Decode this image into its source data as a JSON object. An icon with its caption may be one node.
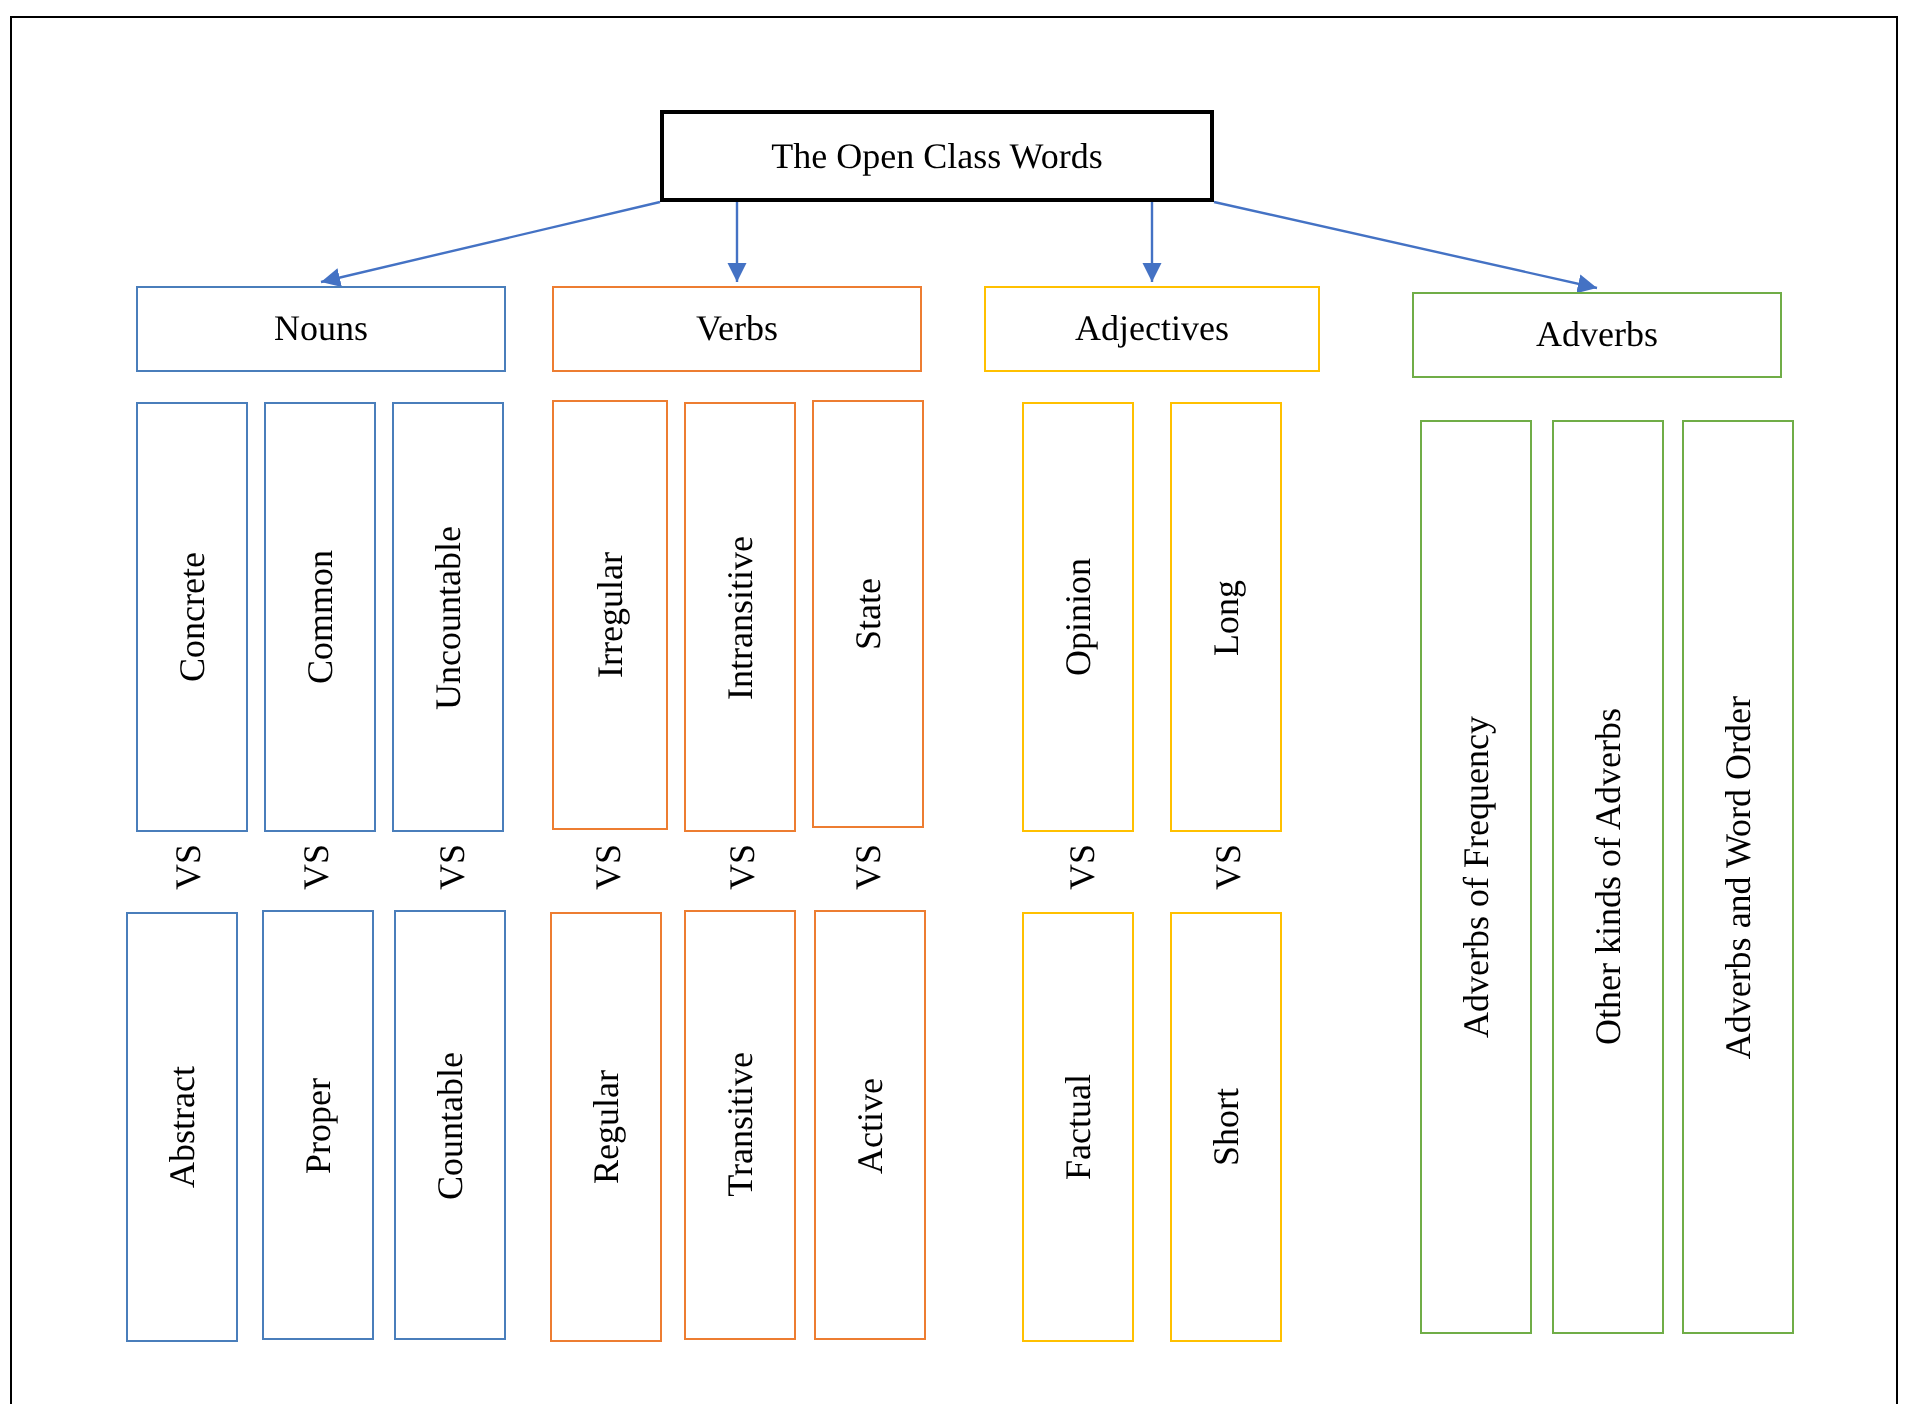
{
  "diagram": {
    "nodes": [
      {
        "text": [
          "The Open Class Words"
        ]
      },
      {
        "text": [
          "Nouns"
        ]
      },
      {
        "text": [
          "Verbs"
        ]
      },
      {
        "text": [
          "Adjectives"
        ]
      },
      {
        "text": [
          "Adverbs"
        ]
      },
      {
        "text": [
          "Concrete"
        ]
      },
      {
        "text": [
          "Common"
        ]
      },
      {
        "text": [
          "Uncountable"
        ]
      },
      {
        "text": [
          "Irregular"
        ]
      },
      {
        "text": [
          "Intransitive"
        ]
      },
      {
        "text": [
          "State"
        ]
      },
      {
        "text": [
          "Opinion"
        ]
      },
      {
        "text": [
          "Long"
        ]
      },
      {
        "text": [
          "Adverbs of Frequency"
        ]
      },
      {
        "text": [
          "Other kinds of Adverbs"
        ]
      },
      {
        "text": [
          "Adverbs and Word Order"
        ]
      },
      {
        "text": [
          "Abstract"
        ]
      },
      {
        "text": [
          "Proper"
        ]
      },
      {
        "text": [
          "Countable"
        ]
      },
      {
        "text": [
          "Regular"
        ]
      },
      {
        "text": [
          "Transitive"
        ]
      },
      {
        "text": [
          "Active"
        ]
      },
      {
        "text": [
          "Factual"
        ]
      },
      {
        "text": [
          "Short"
        ]
      }
    ],
    "edges": [
      {
        "from": 0,
        "to": 1,
        "arrow": "to"
      },
      {
        "from": 0,
        "to": 2,
        "arrow": "to"
      },
      {
        "from": 0,
        "to": 3,
        "arrow": "to"
      },
      {
        "from": 0,
        "to": 4,
        "arrow": "to"
      }
    ],
    "labels": [
      "VS",
      "VS",
      "VS",
      "VS",
      "VS",
      "VS",
      "VS",
      "VS"
    ]
  }
}
